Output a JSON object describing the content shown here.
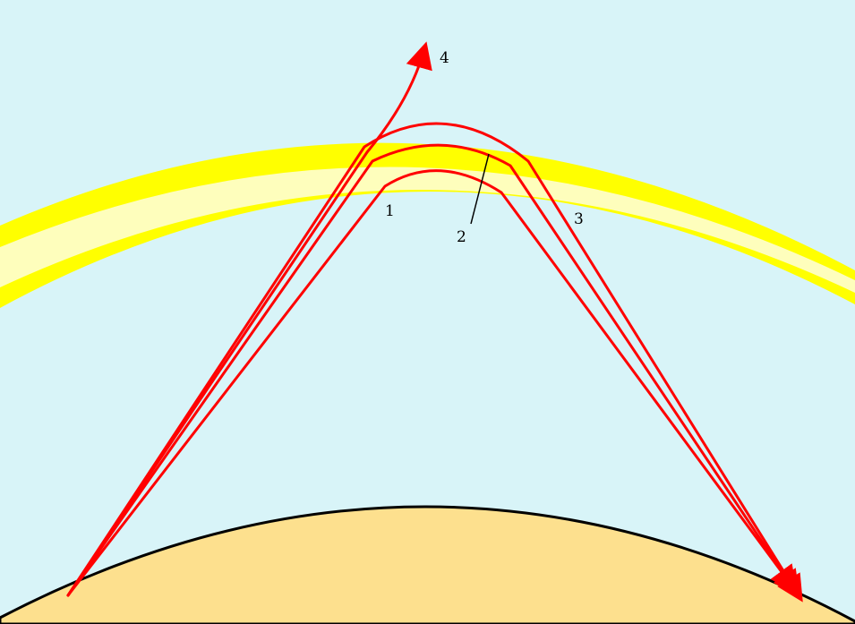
{
  "diagram": {
    "colors": {
      "sky": "#d8f4f8",
      "outer_layer": "#ffff00",
      "inner_layer": "#fefebc",
      "ground": "#fde08e",
      "ground_outline": "#000000",
      "ray": "#ff0000",
      "pointer": "#000000",
      "text": "#000000"
    },
    "labels": {
      "ray_1": "1",
      "ray_2": "2",
      "ray_3": "3",
      "ray_4": "4"
    }
  }
}
